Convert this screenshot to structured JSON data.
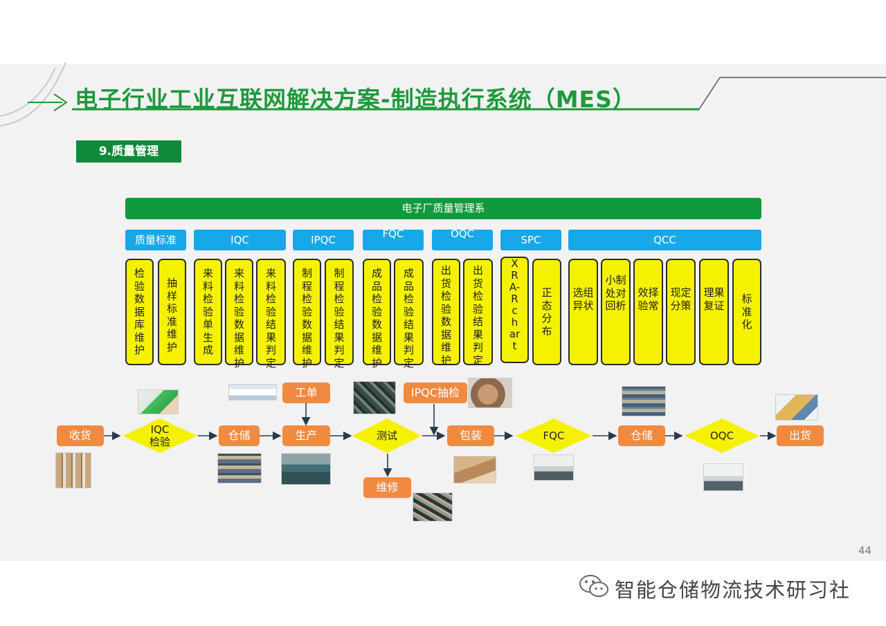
{
  "slide": {
    "title": "电子行业工业互联网解决方案-制造执行系统（MES）",
    "section": "9.质量管理",
    "page_number": "44",
    "watermark": "智能仓储物流技术研习社",
    "colors": {
      "green": "#119a3d",
      "blue": "#16a8e8",
      "yellow": "#f5f200",
      "orange": "#f08a41"
    }
  },
  "system": {
    "label": "电子厂质量管理系"
  },
  "categories": [
    {
      "label": "质量标准"
    },
    {
      "label": "IQC"
    },
    {
      "label": "IPQC"
    },
    {
      "label": "FQC"
    },
    {
      "label": "OQC"
    },
    {
      "label": "SPC"
    },
    {
      "label": "QCC"
    }
  ],
  "functions": [
    "检验数据库维护",
    "抽样标准维护",
    "来料检验单生成",
    "来料检验数据维护",
    "来料检验结果判定",
    "制程检验数据维护",
    "制程检验结果判定",
    "成品检验数据维护",
    "成品检验结果判定",
    "出货检验数据维护",
    "出货检验结果判定",
    "XRA-Rchart",
    "正态分布",
    "选组异状",
    "小制处对回析",
    "效择验常",
    "现定分策",
    "理果复证",
    "标准化"
  ],
  "flow": {
    "steps": [
      "收货",
      "IQC检验",
      "仓储",
      "生产",
      "测试",
      "包装",
      "FQC",
      "仓储",
      "OQC",
      "出货"
    ],
    "inputs": {
      "work_order": "工单",
      "ipqc_sampling": "IPQC抽检",
      "repair": "维修"
    }
  },
  "images": [
    "inspection-photo",
    "boxes-photo",
    "software-screenshot-photo",
    "warehouse-shelves-photo",
    "workshop-photo",
    "testing-equipment-photo",
    "ipqc-hands-photo",
    "cartons-photo",
    "repair-photo",
    "fqc-workers-photo",
    "warehouse-racks-photo",
    "oqc-workers-photo",
    "delivery-truck-photo"
  ]
}
